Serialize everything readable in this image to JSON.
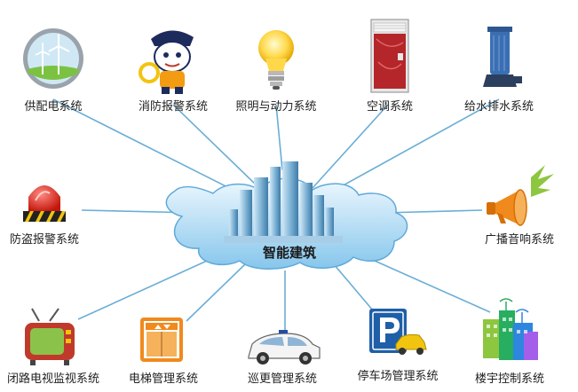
{
  "center": {
    "label": "智能建筑"
  },
  "nodes": [
    {
      "label": "供配电系统",
      "icon": "wind-turbine-icon"
    },
    {
      "label": "消防报警系统",
      "icon": "firefighter-mascot-icon"
    },
    {
      "label": "照明与动力系统",
      "icon": "light-bulb-icon"
    },
    {
      "label": "空调系统",
      "icon": "air-conditioner-icon"
    },
    {
      "label": "给水排水系统",
      "icon": "water-pump-icon"
    },
    {
      "label": "防盗报警系统",
      "icon": "alarm-siren-icon"
    },
    {
      "label": "广播音响系统",
      "icon": "loudspeaker-icon"
    },
    {
      "label": "闭路电视监视系统",
      "icon": "television-icon"
    },
    {
      "label": "电梯管理系统",
      "icon": "elevator-icon"
    },
    {
      "label": "巡更管理系统",
      "icon": "patrol-car-icon"
    },
    {
      "label": "停车场管理系统",
      "icon": "parking-sign-icon"
    },
    {
      "label": "楼宇控制系统",
      "icon": "smart-building-icon"
    }
  ],
  "colors": {
    "line": "#6aaed6",
    "cloud_top": "#e9f6fd",
    "cloud_bottom": "#8ccbee",
    "cloud_stroke": "#5fa9d9"
  }
}
